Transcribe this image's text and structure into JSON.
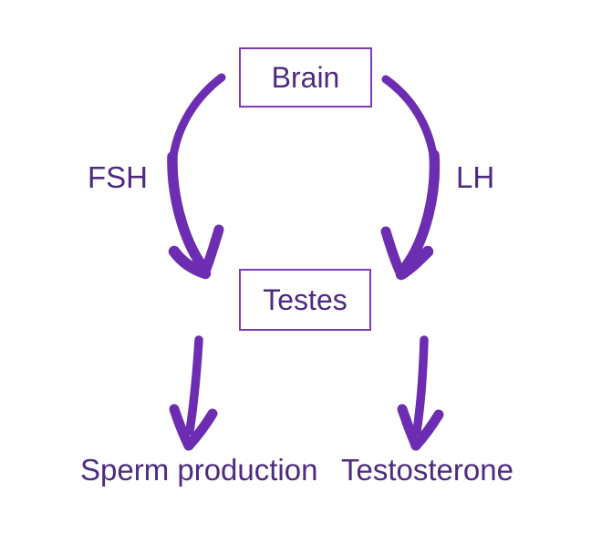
{
  "diagram": {
    "nodes": [
      {
        "id": "brain",
        "label": "Brain"
      },
      {
        "id": "testes",
        "label": "Testes"
      }
    ],
    "edges": [
      {
        "from": "brain",
        "to": "testes",
        "label": "FSH"
      },
      {
        "from": "brain",
        "to": "testes",
        "label": "LH"
      },
      {
        "from": "testes",
        "to": "sperm-production",
        "label": ""
      },
      {
        "from": "testes",
        "to": "testosterone",
        "label": ""
      }
    ],
    "outputs": [
      {
        "id": "sperm-production",
        "label": "Sperm production"
      },
      {
        "id": "testosterone",
        "label": "Testosterone"
      }
    ]
  },
  "colors": {
    "arrow": "#6d2db2",
    "box_border": "#7d3abc",
    "text": "#4e2a80",
    "background": "#ffffff"
  }
}
